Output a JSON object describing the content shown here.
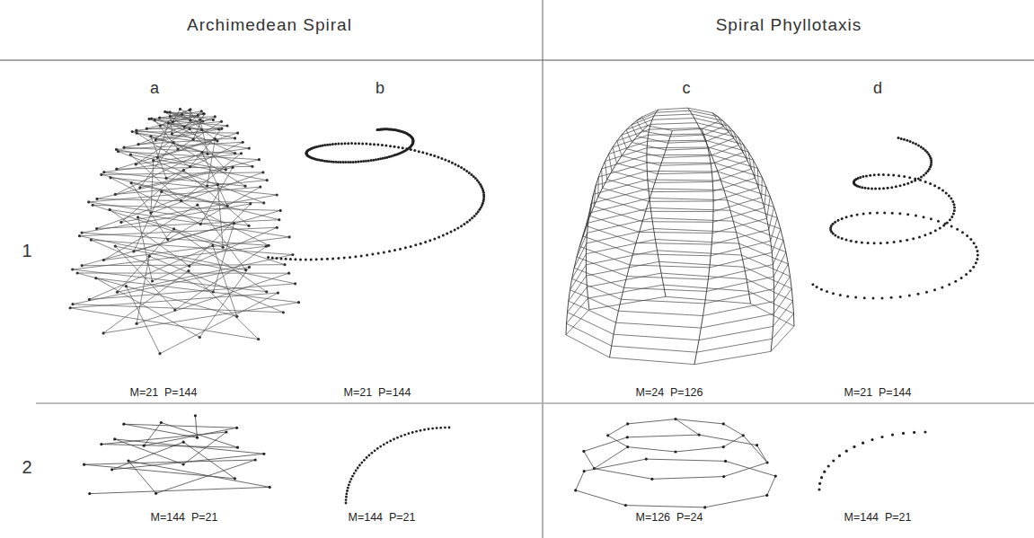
{
  "diagram": {
    "labels": [
      "Archimedean Spiral",
      "Spiral Phyllotaxis",
      "a",
      "b",
      "c",
      "d",
      "1",
      "2",
      "M=21  P=144",
      "M=21  P=144",
      "M=24  P=126",
      "M=21  P=144",
      "M=144  P=21",
      "M=144  P=21",
      "M=126  P=24",
      "M=144  P=21"
    ]
  }
}
